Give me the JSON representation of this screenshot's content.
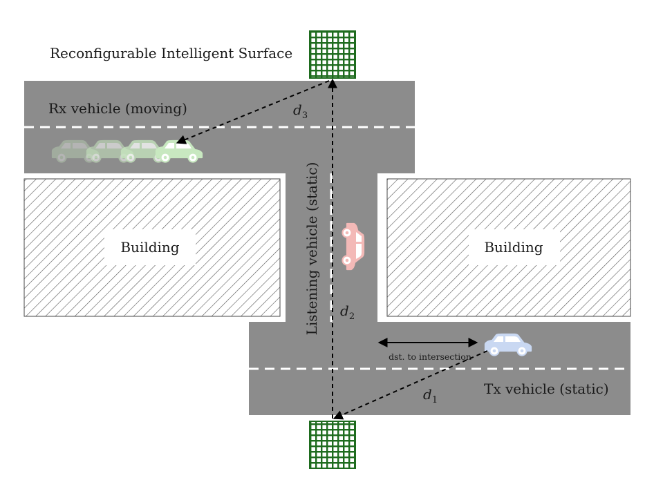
{
  "labels": {
    "ris_top": "Reconfigurable Intelligent Surface",
    "rx_vehicle": "Rx vehicle (moving)",
    "tx_vehicle": "Tx vehicle (static)",
    "listening_vehicle": "Listening vehicle (static)",
    "building_left": "Building",
    "building_right": "Building",
    "distance_to_intersection": "dst. to intersection"
  },
  "distances": {
    "d1": {
      "base": "d",
      "sub": "1"
    },
    "d2": {
      "base": "d",
      "sub": "2"
    },
    "d3": {
      "base": "d",
      "sub": "3"
    }
  },
  "colors": {
    "road": "#8c8c8c",
    "lane_marking": "#ffffff",
    "ris": "#1e6b1e",
    "rx_vehicle": "#c8e8c0",
    "tx_vehicle": "#c9d8f2",
    "listening_vehicle": "#f3b9b7",
    "arrow": "#000000"
  }
}
